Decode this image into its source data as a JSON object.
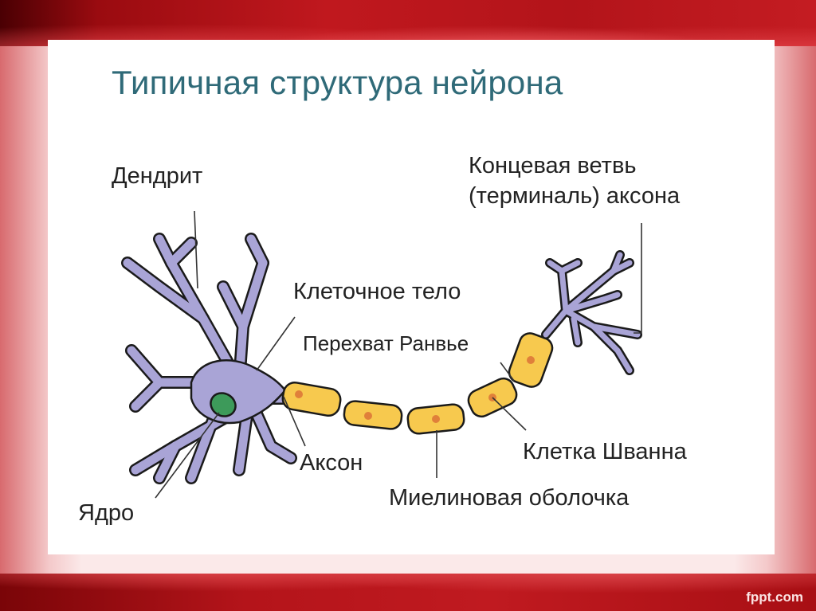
{
  "slide": {
    "title": "Типичная структура нейрона",
    "footer": "fppt.com"
  },
  "labels": {
    "dendrite": "Дендрит",
    "terminal_line1": "Концевая ветвь",
    "terminal_line2": "(терминаль) аксона",
    "cell_body": "Клеточное тело",
    "node_of_ranvier": "Перехват Ранвье",
    "axon": "Аксон",
    "schwann_cell": "Клетка Шванна",
    "myelin_sheath": "Миелиновая оболочка",
    "nucleus": "Ядро"
  },
  "colors": {
    "title": "#2f6a78",
    "neuron_fill": "#a9a4d6",
    "nucleus_fill": "#3d9a5a",
    "myelin_fill": "#f7c94e",
    "schwann_nucleus": "#e0803a",
    "outline": "#1a1a1a",
    "frame_red": "#b51218"
  }
}
